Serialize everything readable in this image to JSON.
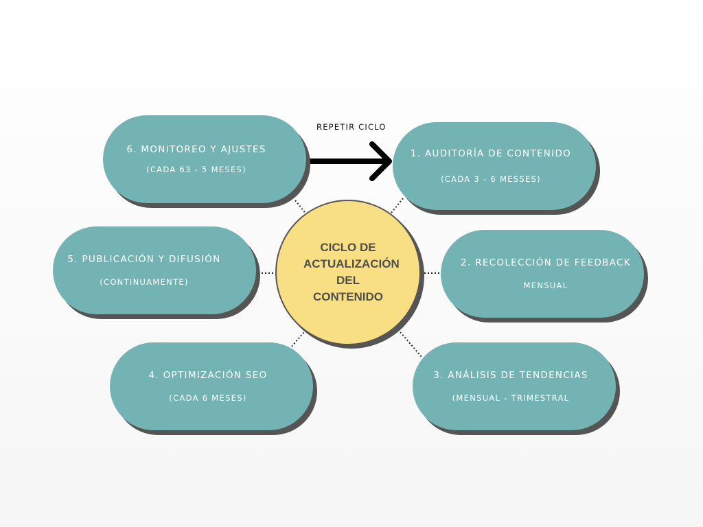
{
  "repeat_label": "REPETIR CICLO",
  "center": "CICLO DE ACTUALIZACIÓN DEL CONTENIDO",
  "steps": [
    {
      "title": "1. AUDITORÍA DE CONTENIDO",
      "sub": "(CADA 3 - 6 MESSES)"
    },
    {
      "title": "2. RECOLECCIÓN DE FEEDBACK",
      "sub": "MENSUAL"
    },
    {
      "title": "3. ANÁLISIS DE TENDENCIAS",
      "sub": "(MENSUAL - TRIMESTRAL"
    },
    {
      "title": "4. OPTIMIZACIÓN SEO",
      "sub": "(CADA 6 MESES)"
    },
    {
      "title": "5. PUBLICACIÓN Y DIFUSIÓN",
      "sub": "(CONTINUAMENTE)"
    },
    {
      "title": "6. MONITOREO Y AJUSTES",
      "sub": "(CADA 63 - 5 MESES)"
    }
  ],
  "colors": {
    "pill": "#74b3b3",
    "center": "#f9df84",
    "shadow": "#555555"
  }
}
